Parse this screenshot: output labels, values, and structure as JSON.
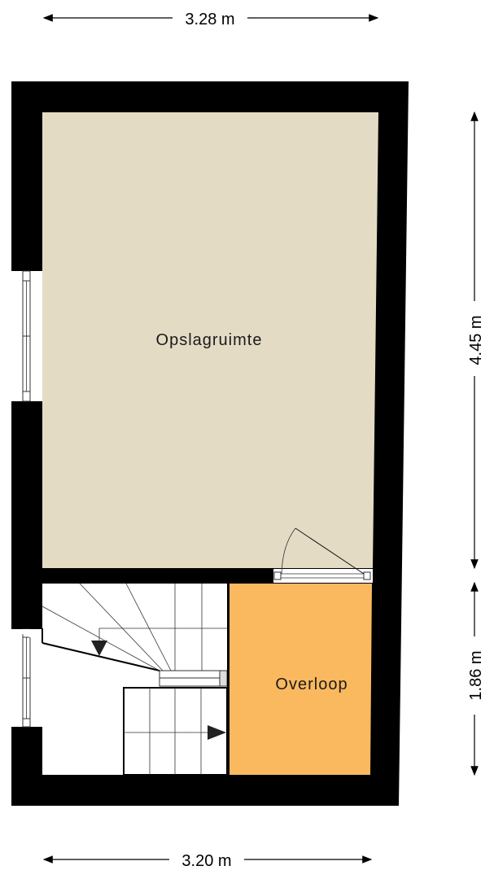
{
  "dimensions": {
    "top_width": "3.28 m",
    "bottom_width": "3.20 m",
    "right_upper_height": "4.45 m",
    "right_lower_height": "1.86 m"
  },
  "rooms": {
    "storage": "Opslagruimte",
    "landing": "Overloop"
  },
  "colors": {
    "wall": "#000000",
    "storage_fill": "#e3dbc4",
    "landing_fill": "#fbb95f"
  }
}
